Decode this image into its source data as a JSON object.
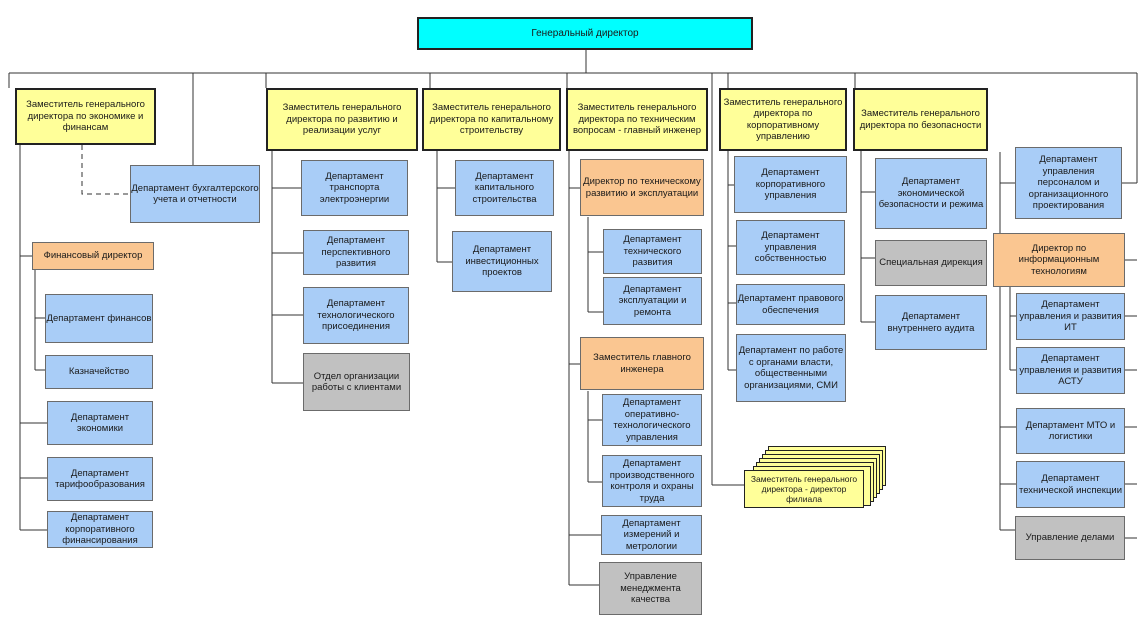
{
  "colors": {
    "general": "#00ffff",
    "deputy": "#ffff99",
    "department": "#a9cdf7",
    "director": "#fac691",
    "grey_unit": "#c1c1c1",
    "line": "#333333"
  },
  "general": "Генеральный директор",
  "deputy_economics": {
    "title": "Заместитель генерального директора по экономике и финансам",
    "accounting": "Департамент бухгалтерского учета и отчетности",
    "fin_director": "Финансовый директор",
    "dept_finance": "Департамент финансов",
    "treasury": "Казначейство",
    "dept_economics": "Департамент экономики",
    "dept_tariff": "Департамент тарифообразования",
    "dept_corp_finance": "Департамент корпоративного финансирования"
  },
  "deputy_development": {
    "title": "Заместитель генерального директора по развитию и реализации услуг",
    "dept_transport": "Департамент транспорта электроэнергии",
    "dept_perspective": "Департамент перспективного развития",
    "dept_tech_connection": "Департамент технологического присоединения",
    "client_service": "Отдел организации работы с клиентами"
  },
  "deputy_construction": {
    "title": "Заместитель генерального директора по капитальному строительству",
    "dept_capital": "Департамент капитального строительства",
    "dept_investment": "Департамент инвестиционных проектов"
  },
  "deputy_technical": {
    "title": "Заместитель генерального директора по техническим вопросам - главный инженер",
    "tech_director": "Директор по техническому развитию и эксплуатации",
    "dept_tech_dev": "Департамент технического развития",
    "dept_exploitation": "Департамент эксплуатации и ремонта",
    "deputy_chief": "Заместитель главного инженера",
    "dept_operational": "Департамент оперативно-технологического управления",
    "dept_production_control": "Департамент производственного контроля и охраны труда",
    "dept_metrology": "Департамент измерений и метрологии",
    "quality": "Управление менеджмента качества"
  },
  "branch_director": "Заместитель генерального директора - директор филиала",
  "deputy_corporate": {
    "title": "Заместитель генерального директора по корпоративному управлению",
    "dept_corp_gov": "Департамент корпоративного управления",
    "dept_property": "Департамент управления собственностью",
    "dept_legal": "Департамент правового обеспечения",
    "dept_gov_relations": "Департамент по работе с органами власти, общественными организациями, СМИ"
  },
  "deputy_security": {
    "title": "Заместитель генерального директора по безопасности",
    "dept_econ_security": "Департамент экономической безопасности и режима",
    "special_directorate": "Специальная дирекция",
    "dept_internal_audit": "Департамент внутреннего аудита"
  },
  "right_column": {
    "dept_hr": "Департамент управления персоналом и организационного проектирования",
    "it_director": "Директор по информационным технологиям",
    "dept_it": "Департамент управления и развития ИТ",
    "dept_asu": "Департамент управления и развития АСТУ",
    "dept_logistics": "Департамент МТО и логистики",
    "dept_tech_inspection": "Департамент технической инспекции",
    "admin": "Управление делами"
  }
}
